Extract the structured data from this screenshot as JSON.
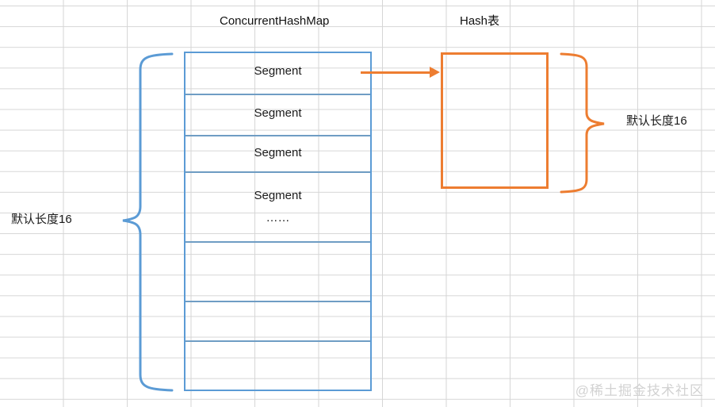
{
  "diagram": {
    "titles": {
      "concurrent_hash_map": "ConcurrentHashMap",
      "hash_table": "Hash表"
    },
    "annotations": {
      "left_brace_label": "默认长度16",
      "right_brace_label": "默认长度16"
    },
    "segment_table": {
      "rows": [
        {
          "text": "Segment",
          "sub": ""
        },
        {
          "text": "Segment",
          "sub": ""
        },
        {
          "text": "Segment",
          "sub": ""
        },
        {
          "text": "Segment",
          "sub": "……"
        },
        {
          "text": "",
          "sub": ""
        },
        {
          "text": "",
          "sub": ""
        },
        {
          "text": "",
          "sub": ""
        }
      ]
    },
    "colors": {
      "segment_blue": "#5b9bd5",
      "hash_orange": "#ed7d31",
      "grid_line": "#d6d6d6",
      "text": "#1a1a1a"
    },
    "watermark": "@稀土掘金技术社区"
  }
}
